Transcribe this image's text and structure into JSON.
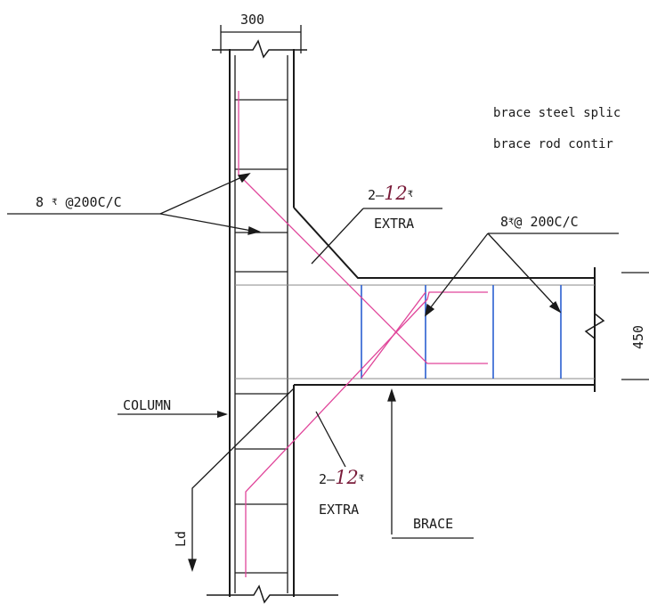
{
  "dimensions": {
    "column_width": "300",
    "brace_depth": "450"
  },
  "notes": {
    "line1": "brace steel splic",
    "line2": "brace rod contir"
  },
  "labels": {
    "column_stirrups": {
      "text": "8 ",
      "symbol": "₹",
      "spacing": " @200C/C"
    },
    "brace_stirrups": {
      "text": "8",
      "symbol": "₹",
      "spacing": "@ 200C/C"
    },
    "extra_top": {
      "prefix": "2–",
      "bar": "12",
      "symbol": "₹",
      "word": "EXTRA"
    },
    "extra_bottom": {
      "prefix": "2–",
      "bar": "12",
      "symbol": "₹",
      "word": "EXTRA"
    },
    "column": "COLUMN",
    "brace": "BRACE",
    "ld": "Ld"
  },
  "colors": {
    "line": "#1a1a1a",
    "rebar": "#e0459a",
    "stirrup": "#2a5fd0",
    "handwriting": "#7a1c3a"
  }
}
